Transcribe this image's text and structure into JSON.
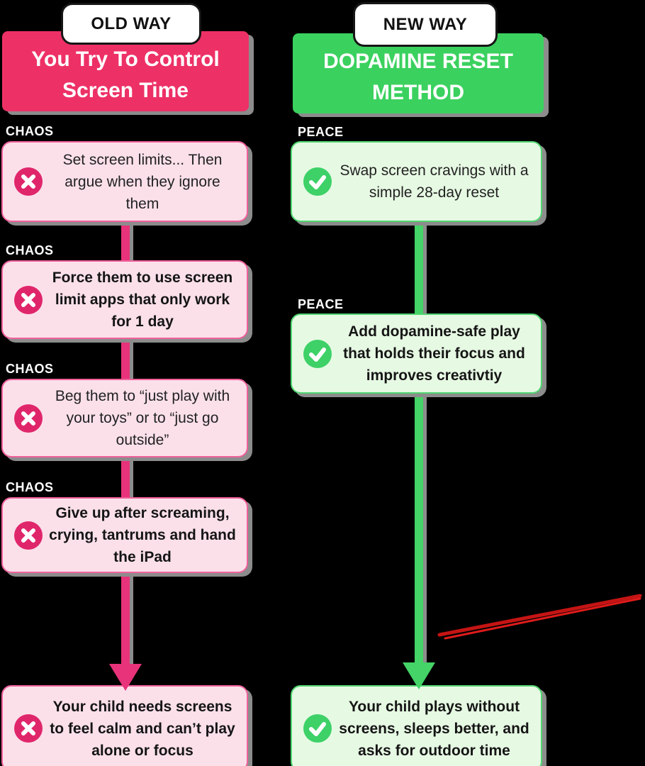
{
  "diagram": {
    "background_color": "#000000",
    "left": {
      "badge": "OLD WAY",
      "title": "You Try To Control Screen Time",
      "label": "CHAOS",
      "icon": "x-circle-icon",
      "colors": {
        "header": "#ED3166",
        "box_background": "#FBE0EA",
        "box_border": "#F0619B",
        "icon_circle": "#E0266B",
        "connector": "#E8327A"
      },
      "items": [
        {
          "label": "CHAOS",
          "text": "Set screen limits... Then argue when they ignore them"
        },
        {
          "label": "CHAOS",
          "text": "Force them to use screen limit apps that only work for 1 day"
        },
        {
          "label": "CHAOS",
          "text": "Beg them to “just play with your toys” or to “just go outside”"
        },
        {
          "label": "CHAOS",
          "text": "Give up after screaming, crying, tantrums and hand the iPad"
        }
      ],
      "result": "Your child needs screens to feel calm and can’t play alone or focus"
    },
    "right": {
      "badge": "NEW WAY",
      "title": "DOPAMINE RESET METHOD",
      "label": "PEACE",
      "icon": "check-circle-icon",
      "colors": {
        "header": "#3BD15F",
        "box_background": "#E6F9E3",
        "box_border": "#52D672",
        "icon_circle": "#3DD168",
        "connector": "#44D467"
      },
      "items": [
        {
          "label": "PEACE",
          "text": "Swap screen cravings with a simple 28-day reset"
        },
        {
          "label": "PEACE",
          "text": "Add dopamine-safe play that holds their focus and improves creativtiy"
        }
      ],
      "result": "Your child plays without screens, sleeps better, and asks for outdoor time"
    },
    "annotation": {
      "name": "red-marker-line",
      "color": "#C51414"
    }
  }
}
